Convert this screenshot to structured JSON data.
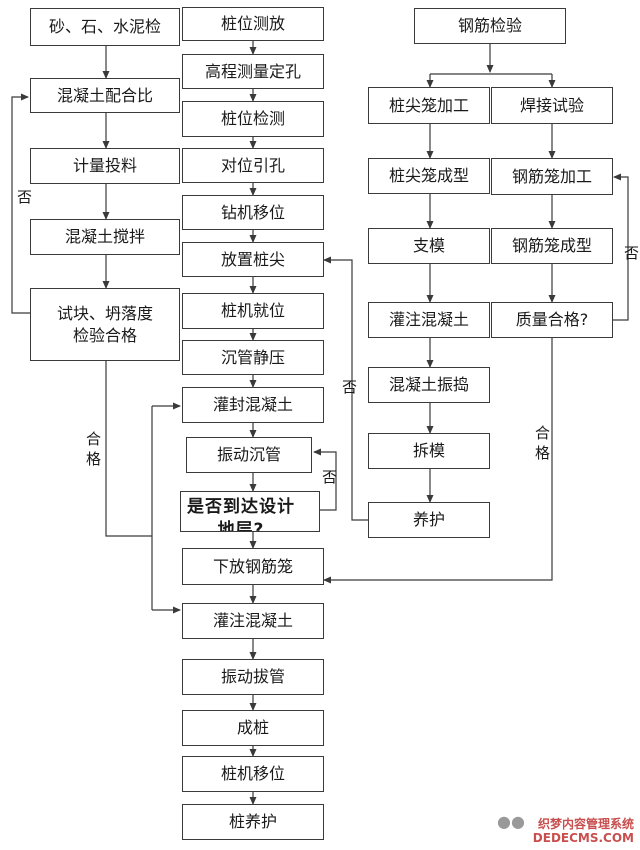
{
  "nodes": {
    "a1": "砂、石、水泥检",
    "a2": "混凝土配合比",
    "a3": "计量投料",
    "a4": "混凝土搅拌",
    "a5": "试块、坍落度\n检验合格",
    "m1": "桩位测放",
    "m2": "高程测量定孔",
    "m3": "桩位检测",
    "m4": "对位引孔",
    "m5": "钻机移位",
    "m6": "放置桩尖",
    "m7": "桩机就位",
    "m8": "沉管静压",
    "m9": "灌封混凝土",
    "m10": "振动沉管",
    "m11": "是否到达设计\n地层?",
    "m12": "下放钢筋笼",
    "m13": "灌注混凝土",
    "m14": "振动拔管",
    "m15": "成桩",
    "m16": "桩机移位",
    "m17": "桩养护",
    "r0": "钢筋检验",
    "c1": "桩尖笼加工",
    "c2": "桩尖笼成型",
    "c3": "支模",
    "c4": "灌注混凝土",
    "c5": "混凝土振捣",
    "c6": "拆模",
    "c7": "养护",
    "d1": "焊接试验",
    "d2": "钢筋笼加工",
    "d3": "钢筋笼成型",
    "d4": "质量合格?"
  },
  "labels": {
    "no_left": "否",
    "pass_left": "合\n格",
    "no_mid": "否",
    "no_center": "否",
    "no_right": "否",
    "pass_right": "合\n格"
  },
  "watermark": {
    "line1": "织梦内容管理系统",
    "line2": "DEDECMS.COM"
  },
  "colors": {
    "line": "#3a3a3a",
    "watermark": "#c03030"
  }
}
